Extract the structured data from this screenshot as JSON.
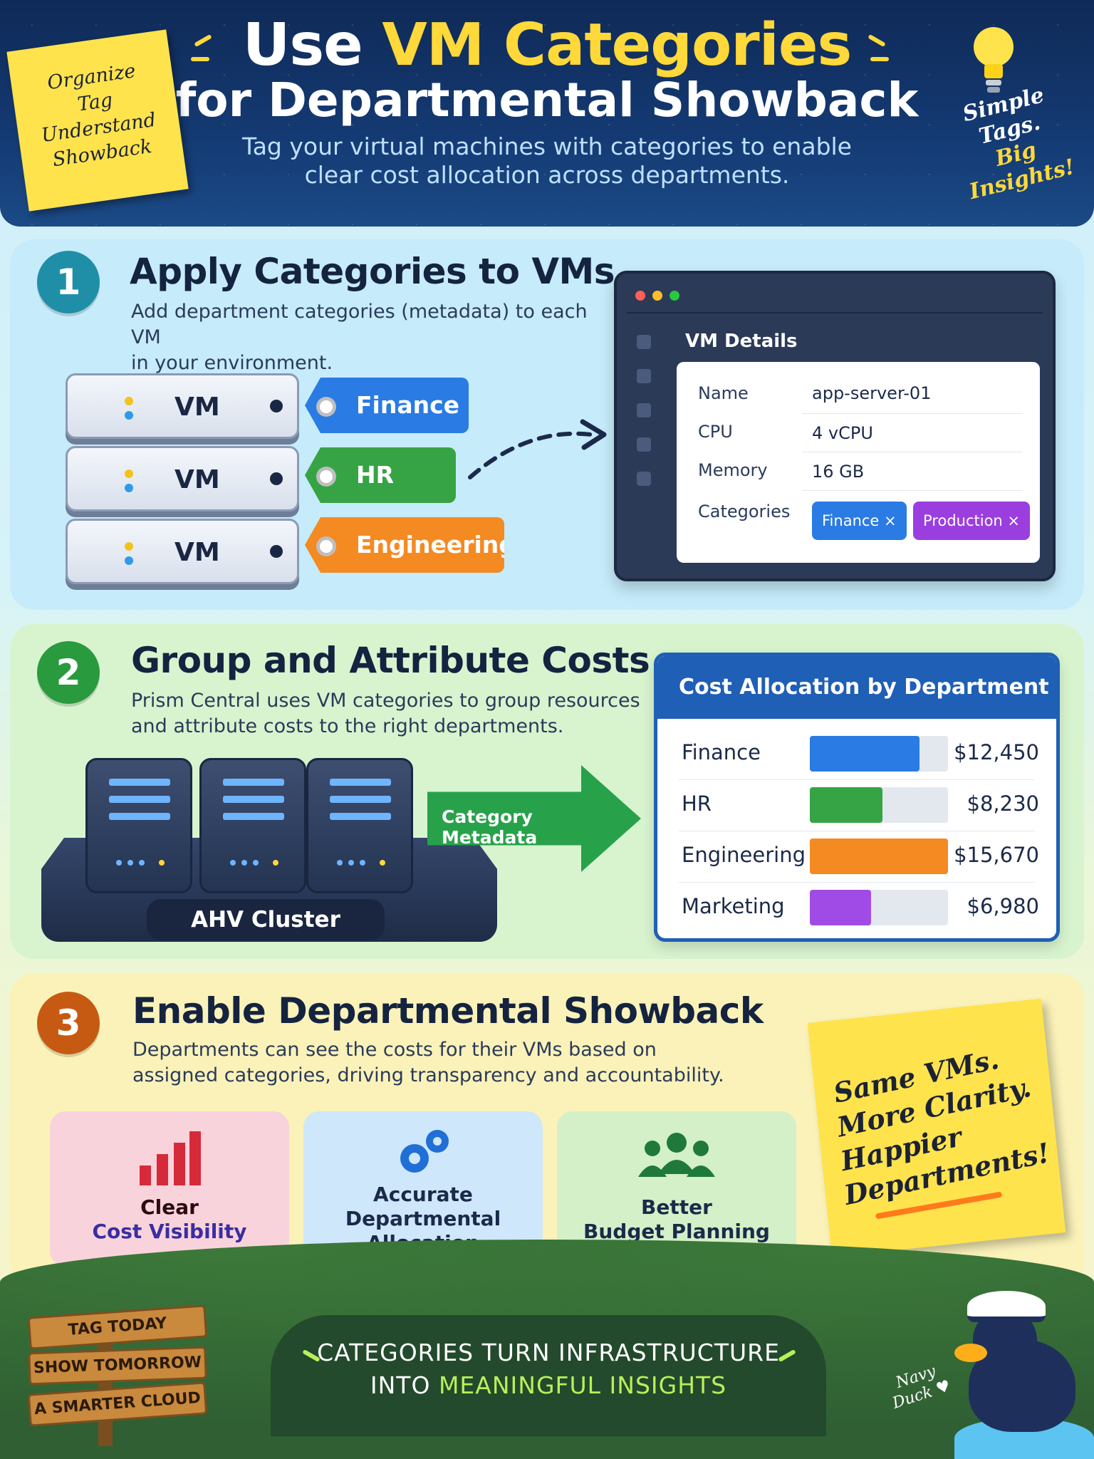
{
  "header": {
    "title_prefix": "Use ",
    "title_accent": "VM Categories",
    "title_line2": "for Departmental Showback",
    "subtitle_line1": "Tag your virtual machines with categories to enable",
    "subtitle_line2": "clear cost allocation across departments.",
    "sticky_lines": [
      "Organize",
      "Tag",
      "Understand",
      "Showback"
    ],
    "side_note_white": [
      "Simple",
      "Tags."
    ],
    "side_note_yellow": [
      "Big",
      "Insights!"
    ]
  },
  "step1": {
    "number": "1",
    "title": "Apply Categories to VMs",
    "desc_line1": "Add department categories (metadata) to each VM",
    "desc_line2": "in your environment.",
    "vms": [
      {
        "label": "VM",
        "tag": "Finance",
        "color": "#2a7be4"
      },
      {
        "label": "VM",
        "tag": "HR",
        "color": "#36a444"
      },
      {
        "label": "VM",
        "tag": "Engineering",
        "color": "#f48a22"
      }
    ],
    "window": {
      "title": "VM Details",
      "rows": [
        {
          "key": "Name",
          "value": "app-server-01"
        },
        {
          "key": "CPU",
          "value": "4 vCPU"
        },
        {
          "key": "Memory",
          "value": "16 GB"
        }
      ],
      "categories_label": "Categories",
      "chips": [
        {
          "label": "Finance ×",
          "color": "#2a7be4"
        },
        {
          "label": "Production ×",
          "color": "#9b3ee0"
        }
      ]
    }
  },
  "step2": {
    "number": "2",
    "title": "Group and Attribute Costs",
    "desc_line1": "Prism Central uses VM categories to group resources",
    "desc_line2": "and attribute costs to the right departments.",
    "cluster_label": "AHV Cluster",
    "arrow_label": "Category Metadata",
    "card_title": "Cost Allocation by Department",
    "chart_data": {
      "type": "bar",
      "title": "Cost Allocation by Department",
      "categories": [
        "Finance",
        "HR",
        "Engineering",
        "Marketing"
      ],
      "values": [
        12450,
        8230,
        15670,
        6980
      ],
      "value_labels": [
        "$12,450",
        "$8,230",
        "$15,670",
        "$6,980"
      ],
      "colors": [
        "#2a7be4",
        "#36a444",
        "#f48a22",
        "#a04be6"
      ],
      "xlim": [
        0,
        15670
      ]
    }
  },
  "step3": {
    "number": "3",
    "title": "Enable Departmental Showback",
    "desc_line1": "Departments can see the costs for their VMs based on",
    "desc_line2": "assigned categories, driving transparency and accountability.",
    "benefits": [
      {
        "line1": "Clear",
        "line2": "Cost Visibility",
        "line3": ""
      },
      {
        "line1": "Accurate",
        "line2": "Departmental",
        "line3": "Allocation"
      },
      {
        "line1": "Better",
        "line2": "Budget Planning",
        "line3": ""
      }
    ],
    "sticky_lines": [
      "Same VMs.",
      "More Clarity.",
      "Happier",
      "Departments!"
    ]
  },
  "footer": {
    "signs": [
      "TAG TODAY",
      "SHOW TOMORROW",
      "A SMARTER CLOUD"
    ],
    "banner_line1": "CATEGORIES TURN INFRASTRUCTURE",
    "banner_line2_white": "INTO ",
    "banner_line2_green": "MEANINGFUL INSIGHTS",
    "duck_label_line1": "Navy",
    "duck_label_line2": "Duck ♥"
  }
}
